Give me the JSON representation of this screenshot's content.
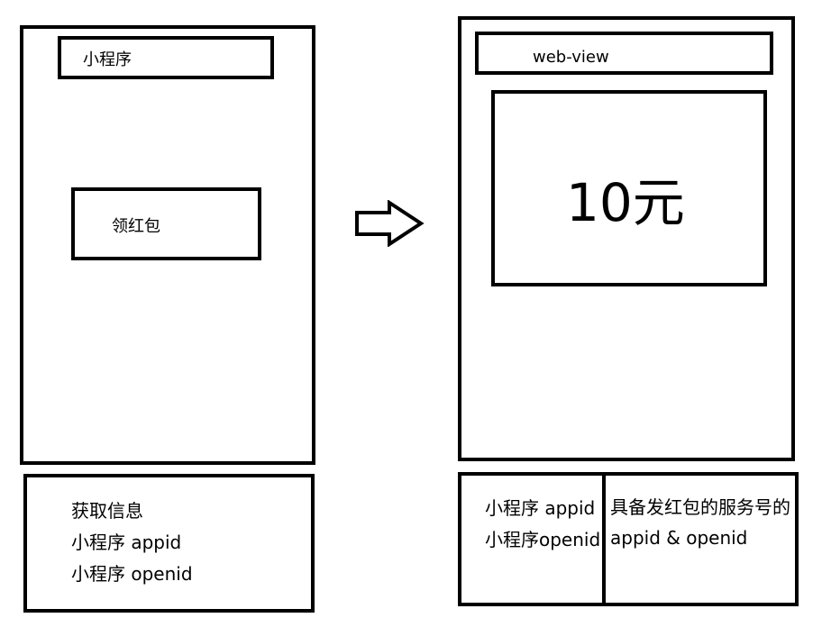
{
  "mini_program": {
    "title": "小程序",
    "button_label": "领红包"
  },
  "mini_program_info": {
    "lines": [
      "获取信息",
      "小程序 appid",
      "小程序 openid"
    ]
  },
  "web_view": {
    "title": "web-view",
    "amount": "10元"
  },
  "web_view_info": {
    "mini_program_lines": [
      "小程序 appid",
      "小程序openid"
    ],
    "service_lines": [
      "具备发红包的服务号的",
      "appid & openid"
    ]
  },
  "icons": {
    "transition": "right-arrow-icon"
  }
}
